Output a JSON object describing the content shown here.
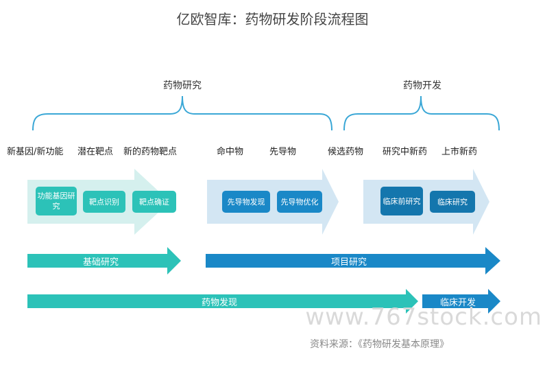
{
  "title": "亿欧智库：药物研发阶段流程图",
  "brace_labels": {
    "research": "药物研究",
    "development": "药物开发"
  },
  "stages": [
    "新基因/新功能",
    "潜在靶点",
    "新的药物靶点",
    "命中物",
    "先导物",
    "候选药物",
    "研究中新药",
    "上市新药"
  ],
  "boxes": {
    "research": [
      "功能基因研究",
      "靶点识别",
      "靶点确证"
    ],
    "discovery": [
      "先导物发现",
      "先导物优化"
    ],
    "clinical": [
      "临床前研究",
      "临床研究"
    ]
  },
  "arrows": {
    "basic_research": "基础研究",
    "project_research": "项目研究",
    "drug_discovery": "药物发现",
    "clinical_development": "临床开发"
  },
  "colors": {
    "teal": "#2cc2b8",
    "blue": "#1a88c7",
    "brace": "#3aa7d6",
    "light_teal_band": "#d5f0ee",
    "light_blue_band": "#d3e6f3"
  },
  "watermark": "www.767stock.com",
  "source": "资料来源：《药物研发基本原理》"
}
